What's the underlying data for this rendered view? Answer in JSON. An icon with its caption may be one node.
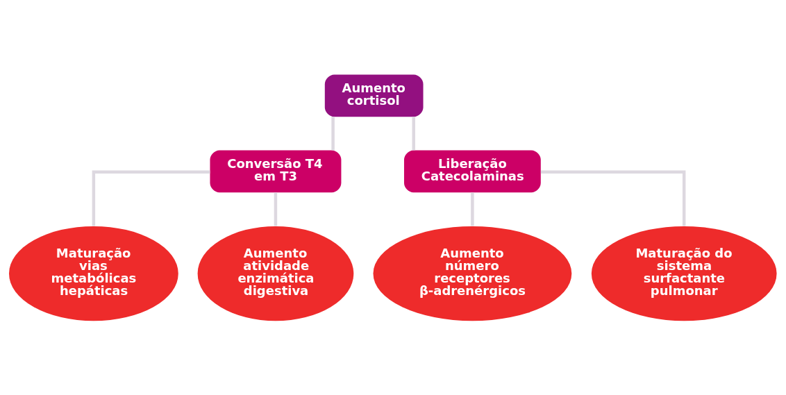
{
  "diagram": {
    "nodes": [
      {
        "text": [
          "Aumento cortisol"
        ]
      },
      {
        "text": [
          "Conversão T4 em T3"
        ]
      },
      {
        "text": [
          "Liberação Catecolaminas"
        ]
      },
      {
        "text": [
          "Maturação vias metabólicas hepáticas"
        ]
      },
      {
        "text": [
          "Aumento atividade enzimática digestiva"
        ]
      },
      {
        "text": [
          "Aumento número receptores β-adrenérgicos"
        ]
      },
      {
        "text": [
          "Maturação do sistema surfactante pulmonar"
        ]
      }
    ],
    "edges": [
      {
        "from": 0,
        "to": 1,
        "arrow": "none"
      },
      {
        "from": 0,
        "to": 2,
        "arrow": "none"
      },
      {
        "from": 1,
        "to": 3,
        "arrow": "none"
      },
      {
        "from": 1,
        "to": 4,
        "arrow": "none"
      },
      {
        "from": 2,
        "to": 5,
        "arrow": "none"
      },
      {
        "from": 2,
        "to": 6,
        "arrow": "none"
      }
    ]
  }
}
